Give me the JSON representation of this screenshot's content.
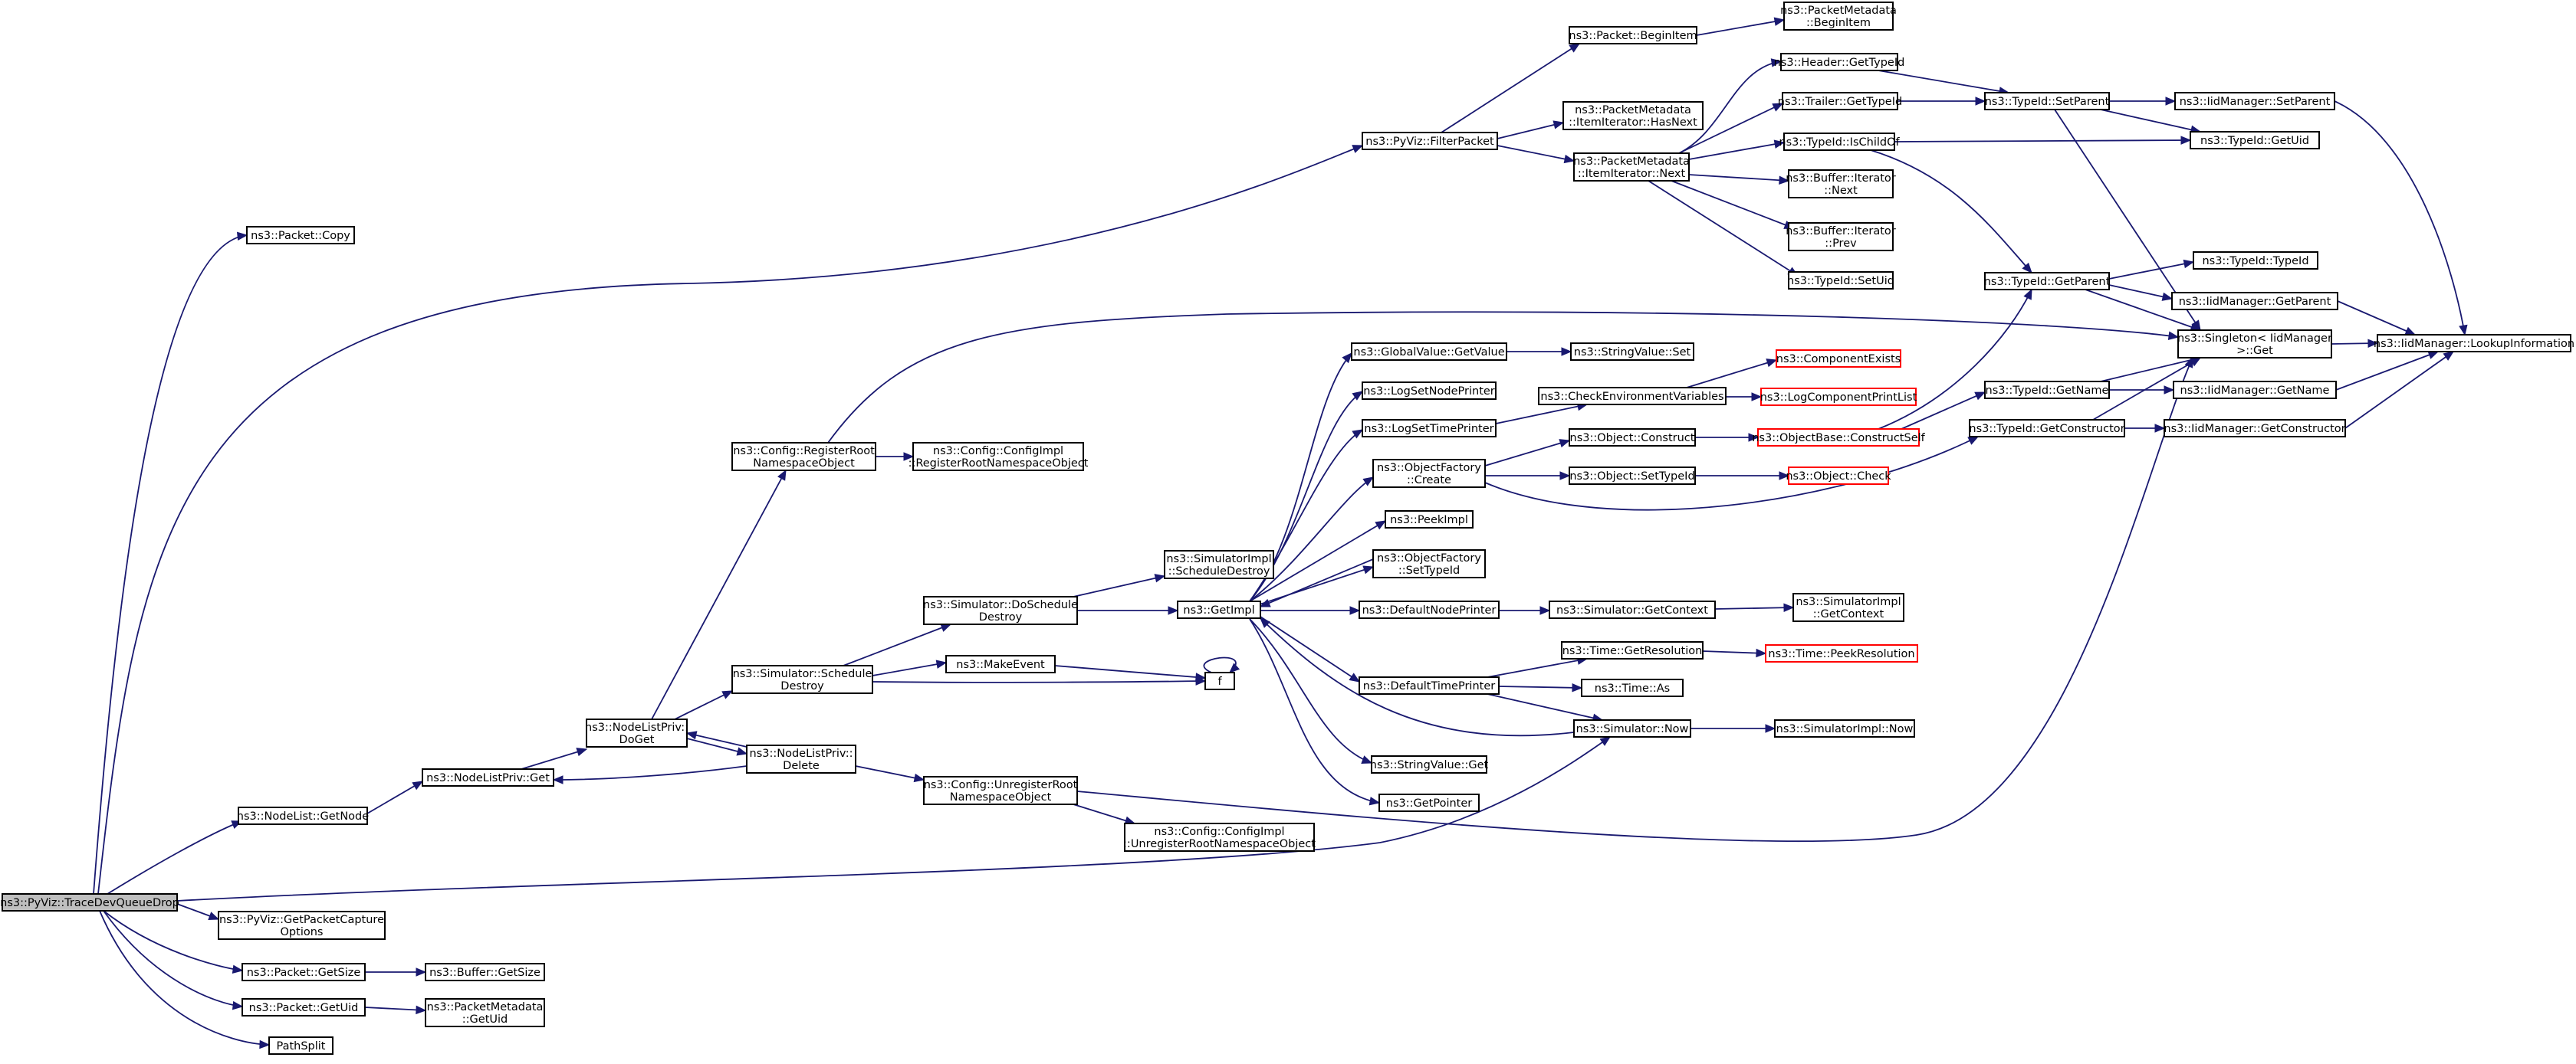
{
  "graph": {
    "root": "ns3::PyViz::TraceDevQueueDrop",
    "colors": {
      "edge": "#191970",
      "node_border": "#000000",
      "truncated_border": "#ff0000",
      "root_fill": "#bfbfbf"
    },
    "nodes": [
      {
        "id": "root",
        "lines": [
          "ns3::PyViz::TraceDevQueueDrop"
        ],
        "root": true
      },
      {
        "id": "copy",
        "lines": [
          "ns3::Packet::Copy"
        ]
      },
      {
        "id": "filter",
        "lines": [
          "ns3::PyViz::FilterPacket"
        ]
      },
      {
        "id": "getnode",
        "lines": [
          "ns3::NodeList::GetNode"
        ]
      },
      {
        "id": "now",
        "lines": [
          "ns3::Simulator::Now"
        ]
      },
      {
        "id": "capture",
        "lines": [
          "ns3::PyViz::GetPacketCapture",
          "Options"
        ]
      },
      {
        "id": "getsize",
        "lines": [
          "ns3::Packet::GetSize"
        ]
      },
      {
        "id": "getuid",
        "lines": [
          "ns3::Packet::GetUid"
        ]
      },
      {
        "id": "pathsplit",
        "lines": [
          "PathSplit"
        ]
      },
      {
        "id": "bufsize",
        "lines": [
          "ns3::Buffer::GetSize"
        ]
      },
      {
        "id": "pmgetuid",
        "lines": [
          "ns3::PacketMetadata",
          "::GetUid"
        ]
      },
      {
        "id": "nlpget",
        "lines": [
          "ns3::NodeListPriv::Get"
        ]
      },
      {
        "id": "doget",
        "lines": [
          "ns3::NodeListPriv::",
          "DoGet"
        ]
      },
      {
        "id": "delete",
        "lines": [
          "ns3::NodeListPriv::",
          "Delete"
        ]
      },
      {
        "id": "regroot",
        "lines": [
          "ns3::Config::RegisterRoot",
          "NamespaceObject"
        ]
      },
      {
        "id": "implreg",
        "lines": [
          "ns3::Config::ConfigImpl",
          "::RegisterRootNamespaceObject"
        ]
      },
      {
        "id": "schedd",
        "lines": [
          "ns3::Simulator::Schedule",
          "Destroy"
        ]
      },
      {
        "id": "unreg",
        "lines": [
          "ns3::Config::UnregisterRoot",
          "NamespaceObject"
        ]
      },
      {
        "id": "implunreg",
        "lines": [
          "ns3::Config::ConfigImpl",
          "::UnregisterRootNamespaceObject"
        ]
      },
      {
        "id": "dosched",
        "lines": [
          "ns3::Simulator::DoSchedule",
          "Destroy"
        ]
      },
      {
        "id": "makeevent",
        "lines": [
          "ns3::MakeEvent"
        ]
      },
      {
        "id": "f",
        "lines": [
          "f"
        ]
      },
      {
        "id": "simschd",
        "lines": [
          "ns3::SimulatorImpl",
          "::ScheduleDestroy"
        ]
      },
      {
        "id": "getimpl",
        "lines": [
          "ns3::GetImpl"
        ]
      },
      {
        "id": "gvget",
        "lines": [
          "ns3::GlobalValue::GetValue"
        ]
      },
      {
        "id": "lognode",
        "lines": [
          "ns3::LogSetNodePrinter"
        ]
      },
      {
        "id": "logtime",
        "lines": [
          "ns3::LogSetTimePrinter"
        ]
      },
      {
        "id": "ofcreate",
        "lines": [
          "ns3::ObjectFactory",
          "::Create"
        ]
      },
      {
        "id": "peekimpl",
        "lines": [
          "ns3::PeekImpl"
        ]
      },
      {
        "id": "ofsettid",
        "lines": [
          "ns3::ObjectFactory",
          "::SetTypeId"
        ]
      },
      {
        "id": "defnode",
        "lines": [
          "ns3::DefaultNodePrinter"
        ]
      },
      {
        "id": "deftime",
        "lines": [
          "ns3::DefaultTimePrinter"
        ]
      },
      {
        "id": "svget",
        "lines": [
          "ns3::StringValue::Get"
        ]
      },
      {
        "id": "getptr",
        "lines": [
          "ns3::GetPointer"
        ]
      },
      {
        "id": "svset",
        "lines": [
          "ns3::StringValue::Set"
        ]
      },
      {
        "id": "checkenv",
        "lines": [
          "ns3::CheckEnvironmentVariables"
        ]
      },
      {
        "id": "objconstruct",
        "lines": [
          "ns3::Object::Construct"
        ]
      },
      {
        "id": "objsettid",
        "lines": [
          "ns3::Object::SetTypeId"
        ]
      },
      {
        "id": "getctx",
        "lines": [
          "ns3::Simulator::GetContext"
        ]
      },
      {
        "id": "getres",
        "lines": [
          "ns3::Time::GetResolution"
        ]
      },
      {
        "id": "timeas",
        "lines": [
          "ns3::Time::As"
        ]
      },
      {
        "id": "compexists",
        "lines": [
          "ns3::ComponentExists"
        ],
        "red": true
      },
      {
        "id": "logcomp",
        "lines": [
          "ns3::LogComponentPrintList"
        ],
        "red": true
      },
      {
        "id": "constructself",
        "lines": [
          "ns3::ObjectBase::ConstructSelf"
        ],
        "red": true
      },
      {
        "id": "objcheck",
        "lines": [
          "ns3::Object::Check"
        ],
        "red": true
      },
      {
        "id": "simimplctx",
        "lines": [
          "ns3::SimulatorImpl",
          "::GetContext"
        ]
      },
      {
        "id": "peekres",
        "lines": [
          "ns3::Time::PeekResolution"
        ],
        "red": true
      },
      {
        "id": "simimplnow",
        "lines": [
          "ns3::SimulatorImpl::Now"
        ]
      },
      {
        "id": "begin",
        "lines": [
          "ns3::Packet::BeginItem"
        ]
      },
      {
        "id": "pmbegin",
        "lines": [
          "ns3::PacketMetadata",
          "::BeginItem"
        ]
      },
      {
        "id": "hasnext",
        "lines": [
          "ns3::PacketMetadata",
          "::ItemIterator::HasNext"
        ]
      },
      {
        "id": "next",
        "lines": [
          "ns3::PacketMetadata",
          "::ItemIterator::Next"
        ]
      },
      {
        "id": "hdrtid",
        "lines": [
          "ns3::Header::GetTypeId"
        ]
      },
      {
        "id": "trltid",
        "lines": [
          "ns3::Trailer::GetTypeId"
        ]
      },
      {
        "id": "ischild",
        "lines": [
          "ns3::TypeId::IsChildOf"
        ]
      },
      {
        "id": "bufnext",
        "lines": [
          "ns3::Buffer::Iterator",
          "::Next"
        ]
      },
      {
        "id": "bufprev",
        "lines": [
          "ns3::Buffer::Iterator",
          "::Prev"
        ]
      },
      {
        "id": "setuid",
        "lines": [
          "ns3::TypeId::SetUid"
        ]
      },
      {
        "id": "setparent",
        "lines": [
          "ns3::TypeId::SetParent"
        ]
      },
      {
        "id": "getparent",
        "lines": [
          "ns3::TypeId::GetParent"
        ]
      },
      {
        "id": "getname",
        "lines": [
          "ns3::TypeId::GetName"
        ]
      },
      {
        "id": "getctor",
        "lines": [
          "ns3::TypeId::GetConstructor"
        ]
      },
      {
        "id": "singleton",
        "lines": [
          "ns3::Singleton< IidManager",
          ">::Get"
        ]
      },
      {
        "id": "iidsetparent",
        "lines": [
          "ns3::IidManager::SetParent"
        ]
      },
      {
        "id": "tidgetuid",
        "lines": [
          "ns3::TypeId::GetUid"
        ]
      },
      {
        "id": "tidtid",
        "lines": [
          "ns3::TypeId::TypeId"
        ]
      },
      {
        "id": "iidgetparent",
        "lines": [
          "ns3::IidManager::GetParent"
        ]
      },
      {
        "id": "iidgetname",
        "lines": [
          "ns3::IidManager::GetName"
        ]
      },
      {
        "id": "iidgetctor",
        "lines": [
          "ns3::IidManager::GetConstructor"
        ]
      },
      {
        "id": "lookup",
        "lines": [
          "ns3::IidManager::LookupInformation"
        ]
      }
    ]
  }
}
